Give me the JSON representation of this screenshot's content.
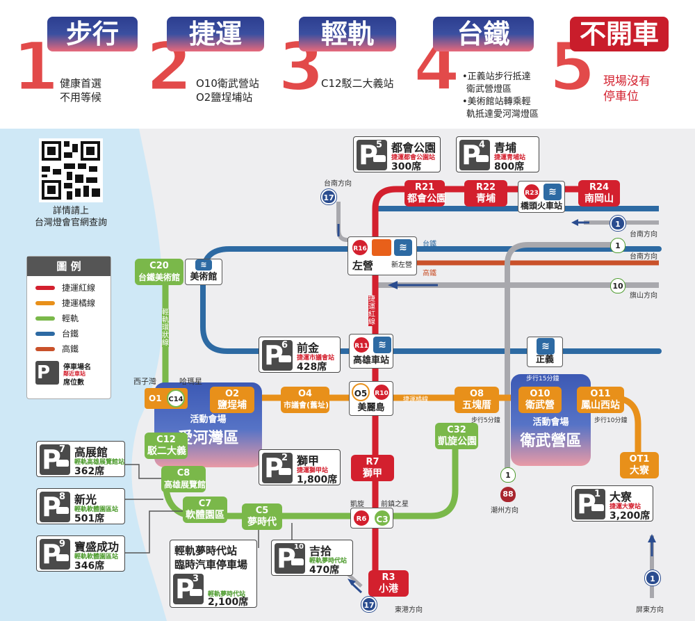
{
  "options": [
    {
      "num": "1",
      "title": "步行",
      "desc": [
        "健康首選",
        "不用等候"
      ]
    },
    {
      "num": "2",
      "title": "捷運",
      "desc": [
        "O10衛武營站",
        "O2鹽埕埔站"
      ]
    },
    {
      "num": "3",
      "title": "輕軌",
      "desc": [
        "C12駁二大義站"
      ]
    },
    {
      "num": "4",
      "title": "台鐵",
      "desc": [
        "•正義站步行抵達",
        "衛武營燈區",
        "•美術館站轉乘輕",
        "軌抵達愛河灣燈區"
      ]
    },
    {
      "num": "5",
      "title": "不開車",
      "desc": [
        "現場沒有",
        "停車位"
      ]
    }
  ],
  "qr_note": [
    "詳情請上",
    "台灣燈會官網查詢"
  ],
  "legend": {
    "title": "圖 例",
    "items": [
      {
        "label": "捷運紅線",
        "color": "#d3202e"
      },
      {
        "label": "捷運橘線",
        "color": "#e8901a"
      },
      {
        "label": "輕軌",
        "color": "#7ab84a"
      },
      {
        "label": "台鐵",
        "color": "#2d6aa3"
      },
      {
        "label": "高鐵",
        "color": "#c9512a"
      }
    ],
    "parking_sample": {
      "name": "停車場名",
      "station": "鄰近車站",
      "capacity": "席位數"
    }
  },
  "stations": {
    "r21": {
      "code": "R21",
      "name": "都會公園"
    },
    "r22": {
      "code": "R22",
      "name": "青埔"
    },
    "r23": {
      "code": "R23",
      "name": "橋頭火車站"
    },
    "r24": {
      "code": "R24",
      "name": "南岡山"
    },
    "r16": {
      "code": "R16",
      "name": "左營",
      "name2": "新左營"
    },
    "r11": {
      "code": "R11",
      "name": "高雄車站"
    },
    "r10": {
      "code": "R10",
      "code2": "O5",
      "name": "美麗島"
    },
    "r7": {
      "code": "R7",
      "name": "獅甲"
    },
    "r6": {
      "code": "R6",
      "code2": "C3"
    },
    "r3": {
      "code": "R3",
      "name": "小港"
    },
    "c20": {
      "code": "C20",
      "name": "台鐵美術館",
      "tra": "美術館"
    },
    "o1": {
      "code": "O1",
      "code2": "C14"
    },
    "o2": {
      "code": "O2",
      "name": "鹽埕埔"
    },
    "o4": {
      "code": "O4",
      "name": "市議會(舊址)"
    },
    "o8": {
      "code": "O8",
      "name": "五塊厝"
    },
    "o10": {
      "code": "O10",
      "name": "衛武營"
    },
    "o11": {
      "code": "O11",
      "name": "鳳山西站"
    },
    "ot1": {
      "code": "OT1",
      "name": "大寮"
    },
    "c12": {
      "code": "C12",
      "name": "駁二大義"
    },
    "c8": {
      "code": "C8",
      "name": "高雄展覽館"
    },
    "c7": {
      "code": "C7",
      "name": "軟體園區"
    },
    "c5": {
      "code": "C5",
      "name": "夢時代"
    },
    "c32": {
      "code": "C32",
      "name": "凱旋公園"
    },
    "zhengyi": {
      "name": "正義"
    }
  },
  "labels": {
    "xiziwan": "西子灣",
    "hamaxing": "哈瑪星",
    "tainan_dir1": "台南方向",
    "tainan_dir2": "台南方向",
    "tainan_dir3": "台南方向",
    "qishan_dir": "旗山方向",
    "chaozhou_dir": "潮州方向",
    "donggang_dir": "東港方向",
    "pingdong_dir": "屏東方向",
    "tra_label": "台鐵",
    "hsr_label": "高鐵",
    "mrt_red_v": "捷運紅線",
    "lrt_v": "輕軌環狀線",
    "mrt_orange_h": "捷運橘線",
    "kaixuan": "凱旋",
    "qianzhen": "前鎮之星",
    "walk15": "步行15分鐘",
    "walk5": "步行5分鐘",
    "walk10": "步行10分鐘"
  },
  "zones": {
    "aihe": {
      "top": "活動會場",
      "name": "愛河灣區"
    },
    "weiwu": {
      "top": "活動會場",
      "name": "衛武營區"
    }
  },
  "highways": {
    "h17a": "17",
    "h17b": "17",
    "h1a": "1",
    "h1b": "1",
    "h1c": "1",
    "h1d": "1",
    "h10": "10",
    "h88": "88"
  },
  "parking": [
    {
      "n": "5",
      "name": "都會公園",
      "station": "捷運都會公園站",
      "cap": "300席"
    },
    {
      "n": "4",
      "name": "青埔",
      "station": "捷運青埔站",
      "cap": "800席"
    },
    {
      "n": "6",
      "name": "前金",
      "station": "捷運市議會站",
      "cap": "428席"
    },
    {
      "n": "2",
      "name": "獅甲",
      "station": "捷運獅甲站",
      "cap": "1,800席"
    },
    {
      "n": "7",
      "name": "高展館",
      "station": "輕軌高雄展覽館站",
      "cap": "362席"
    },
    {
      "n": "8",
      "name": "新光",
      "station": "輕軌軟體園區站",
      "cap": "501席"
    },
    {
      "n": "9",
      "name": "寶盛成功",
      "station": "輕軌軟體園區站",
      "cap": "346席"
    },
    {
      "n": "10",
      "name": "吉拾",
      "station": "輕軌夢時代站",
      "cap": "470席"
    },
    {
      "n": "3",
      "name": "",
      "station": "輕軌夢時代站",
      "cap": "2,100席",
      "title1": "輕軌夢時代站",
      "title2": "臨時汽車停車場"
    },
    {
      "n": "1",
      "name": "大寮",
      "station": "捷運大寮站",
      "cap": "3,200席"
    }
  ]
}
